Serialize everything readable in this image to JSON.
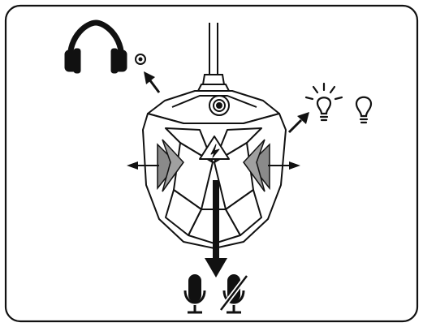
{
  "figure": {
    "kind": "product-usage-illustration",
    "subject": "usb-microphone-base",
    "callouts": [
      {
        "id": "headphone-jack",
        "icons": [
          "headphones-icon",
          "audio-jack-icon"
        ]
      },
      {
        "id": "lighting-control",
        "icons": [
          "light-bulb-on-icon",
          "light-bulb-off-icon"
        ]
      },
      {
        "id": "mute-control",
        "icons": [
          "microphone-on-icon",
          "microphone-muted-icon"
        ]
      },
      {
        "id": "side-panels",
        "icons": [
          "arrow-left-icon",
          "arrow-right-icon"
        ]
      }
    ],
    "colors": {
      "stroke": "#111111",
      "panel_gray": "#8a8a8a",
      "background": "#ffffff"
    }
  }
}
